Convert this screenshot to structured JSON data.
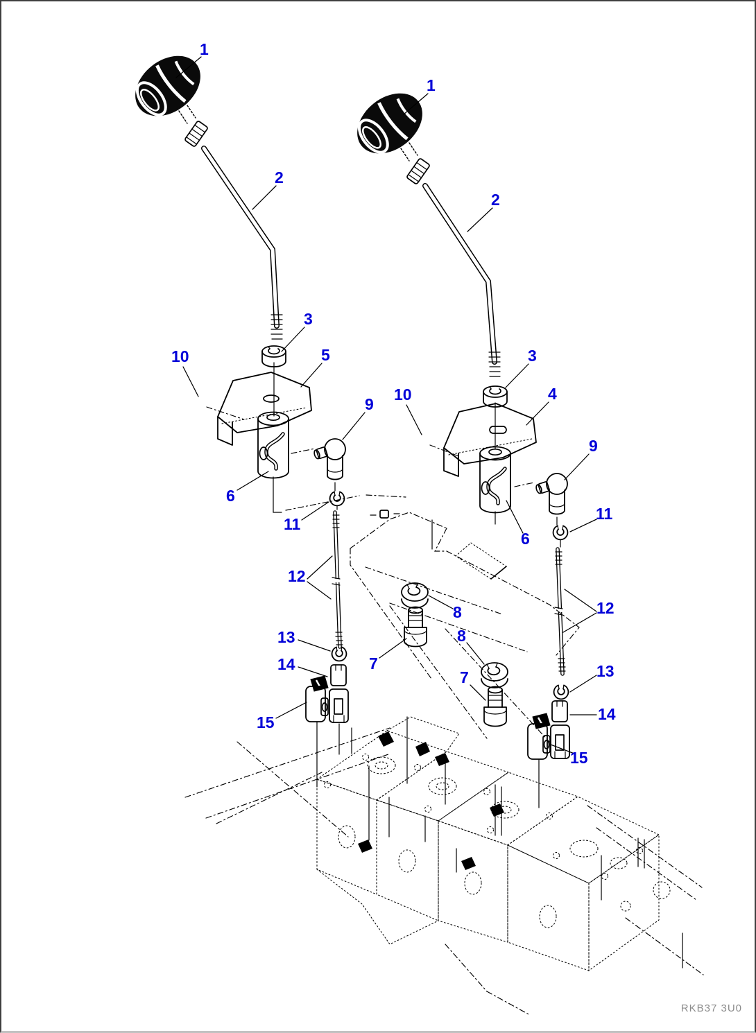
{
  "colors": {
    "callout_blue": "#0202d8",
    "line_black": "#000000",
    "code_gray": "#8c8c8c",
    "background": "#ffffff"
  },
  "drawing_code": "RKB37 3U0",
  "callouts": [
    {
      "id": "knob-left",
      "text": "1"
    },
    {
      "id": "lever-left",
      "text": "2"
    },
    {
      "id": "knob-right",
      "text": "1"
    },
    {
      "id": "lever-right",
      "text": "2"
    },
    {
      "id": "nut-left",
      "text": "3"
    },
    {
      "id": "bracket-left",
      "text": "5"
    },
    {
      "id": "bolt-left",
      "text": "10"
    },
    {
      "id": "ball-joint-left",
      "text": "9"
    },
    {
      "id": "nut-right",
      "text": "3"
    },
    {
      "id": "bracket-right",
      "text": "4"
    },
    {
      "id": "bolt-right",
      "text": "10"
    },
    {
      "id": "joint-left",
      "text": "6"
    },
    {
      "id": "locknut-left",
      "text": "11"
    },
    {
      "id": "ball-joint-right",
      "text": "9"
    },
    {
      "id": "locknut-right",
      "text": "11"
    },
    {
      "id": "joint-right",
      "text": "6"
    },
    {
      "id": "rod-left",
      "text": "12"
    },
    {
      "id": "grommet-upper",
      "text": "8"
    },
    {
      "id": "grommet-lower",
      "text": "8"
    },
    {
      "id": "rod-right",
      "text": "12"
    },
    {
      "id": "clip-left",
      "text": "13"
    },
    {
      "id": "bushing-upper",
      "text": "7"
    },
    {
      "id": "clip-right",
      "text": "13"
    },
    {
      "id": "link-left",
      "text": "14"
    },
    {
      "id": "bushing-lower",
      "text": "7"
    },
    {
      "id": "link-right",
      "text": "14"
    },
    {
      "id": "clamp-left",
      "text": "15"
    },
    {
      "id": "clamp-right",
      "text": "15"
    }
  ]
}
